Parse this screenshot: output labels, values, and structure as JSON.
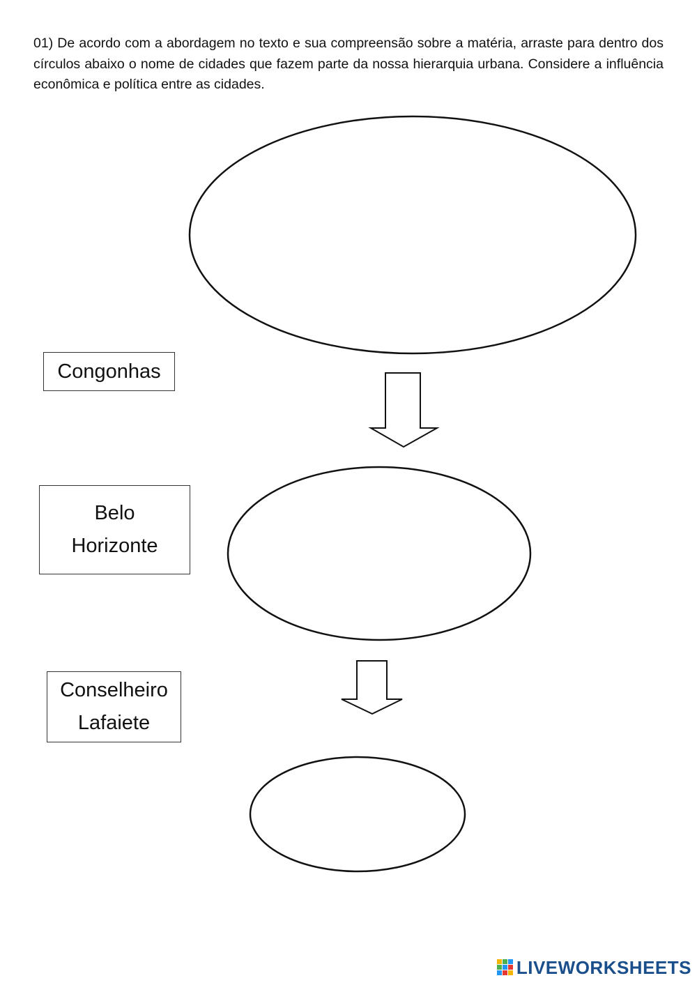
{
  "question": {
    "text": "01) De acordo com a abordagem no texto e sua compreensão sobre a matéria, arraste para dentro dos círculos abaixo o nome de cidades que fazem parte da nossa hierarquia urbana. Considere a influência econômica e política entre as cidades."
  },
  "cards": [
    {
      "lines": [
        "Congonhas"
      ]
    },
    {
      "lines": [
        "Belo",
        "Horizonte"
      ]
    },
    {
      "lines": [
        "Conselheiro",
        "Lafaiete"
      ]
    }
  ],
  "drop_zones": [
    {
      "shape": "ellipse",
      "content": ""
    },
    {
      "shape": "ellipse",
      "content": ""
    },
    {
      "shape": "ellipse",
      "content": ""
    }
  ],
  "arrows": [
    {
      "direction": "down"
    },
    {
      "direction": "down"
    }
  ],
  "branding": {
    "name": "LIVEWORKSHEETS",
    "color": "#1a4f8c",
    "logo_icon": "liveworksheets-logo-icon"
  }
}
